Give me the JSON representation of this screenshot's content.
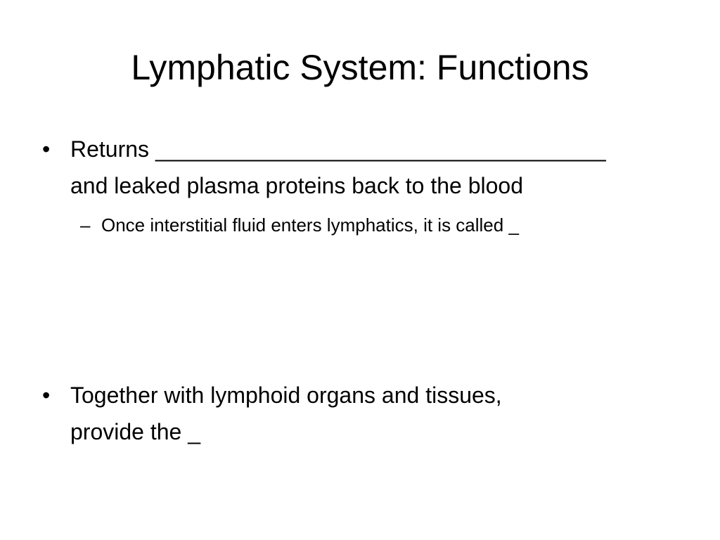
{
  "slide": {
    "title": "Lymphatic System: Functions",
    "bullets": [
      {
        "marker": "•",
        "text": "Returns ____________________________________\nand leaked plasma proteins back to the blood",
        "sub": [
          {
            "marker": "–",
            "text": "Once interstitial fluid enters lymphatics, it is called _"
          }
        ]
      },
      {
        "marker": "•",
        "text": "Together with lymphoid organs and tissues,\nprovide the _"
      }
    ]
  }
}
